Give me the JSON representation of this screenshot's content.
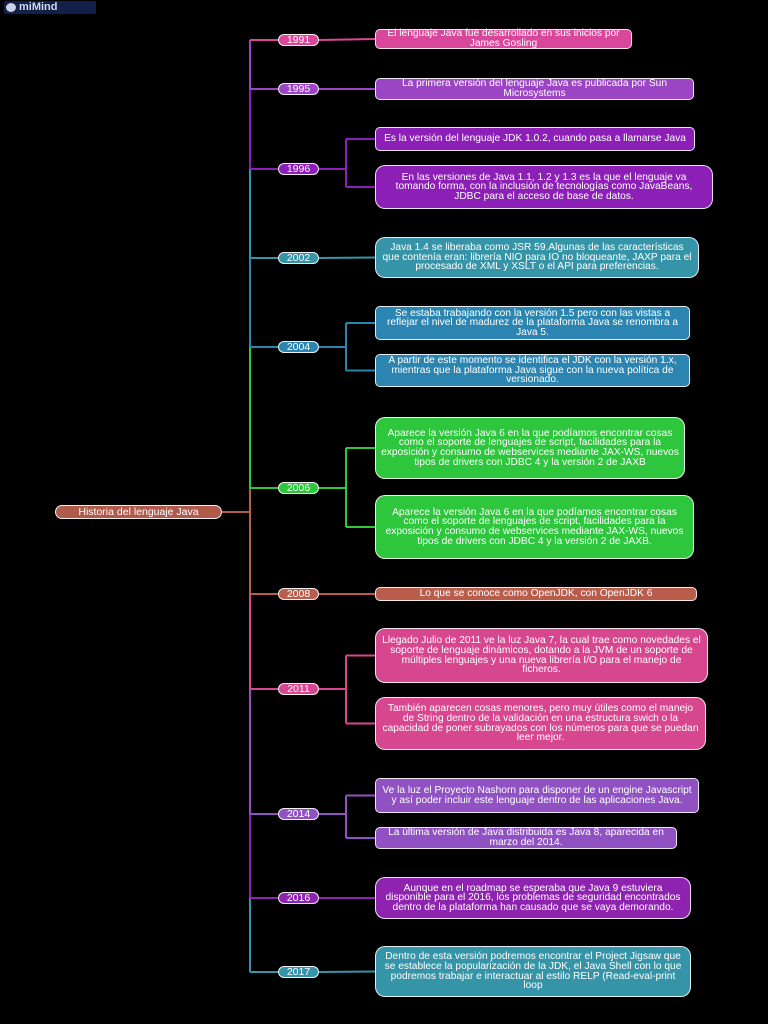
{
  "brand": {
    "name": "miMind"
  },
  "root": {
    "label": "Historia del lenguaje Java",
    "color": "#b05a4c"
  },
  "colors": {
    "magenta": "#d9479a",
    "purple": "#9b45c4",
    "violet": "#8c1fb5",
    "teal": "#3694a8",
    "blue": "#2c85b0",
    "green": "#2ec63d",
    "salmon": "#b85c4c",
    "pink": "#d6478f",
    "lavender": "#9052c2",
    "plum": "#8e23b0"
  },
  "years": [
    {
      "year": "1991",
      "color": "#d9479a",
      "notes": [
        "El lenguaje Java fue desarrollado en sus inicios por James Gosling"
      ]
    },
    {
      "year": "1995",
      "color": "#9b45c4",
      "notes": [
        "La primera versión del lenguaje Java es publicada por Sun Microsystems"
      ]
    },
    {
      "year": "1996",
      "color": "#8c1fb5",
      "notes": [
        "Es la versión del lenguaje JDK 1.0.2, cuando pasa a llamarse Java",
        "En las versiones de Java 1.1, 1.2 y 1.3 es la que el lenguaje va tomando forma, con la inclusión de tecnologías como JavaBeans, JDBC para el acceso de base de datos."
      ]
    },
    {
      "year": "2002",
      "color": "#3694a8",
      "notes": [
        "Java 1.4 se liberaba como JSR 59.Algunas de las características que contenía eran: librería NIO para IO no bloqueante, JAXP para el procesado de XML y XSLT o el API para preferencias."
      ]
    },
    {
      "year": "2004",
      "color": "#2c85b0",
      "notes": [
        "Se estaba trabajando con la versión 1.5 pero con las vistas a reflejar el nivel de madurez de la plataforma Java se renombra a Java 5.",
        "A partir de este momento se identifica el JDK con la versión 1.x, mientras que la plataforma Java sigue con la nueva política de versionado."
      ]
    },
    {
      "year": "2006",
      "color": "#2ec63d",
      "notes": [
        "Aparece la versión Java 6 en la que podíamos encontrar cosas como el soporte de lenguajes de script, facilidades para la exposición y consumo de webservices mediante JAX-WS, nuevos tipos de drivers con JDBC 4 y la versión 2 de JAXB",
        "Aparece la versión Java 6 en la que podíamos encontrar cosas como el soporte de lenguajes de script, facilidades para la exposición y consumo de webservices mediante JAX-WS, nuevos tipos de drivers con JDBC 4 y la versión 2 de JAXB."
      ]
    },
    {
      "year": "2008",
      "color": "#b85c4c",
      "notes": [
        "Lo que se conoce como OpenJDK, con OpenJDK 6"
      ]
    },
    {
      "year": "2011",
      "color": "#d6478f",
      "notes": [
        "Llegado Julio de 2011 ve la luz Java 7, la cual trae como novedades el soporte de lenguaje dinámicos, dotando a la JVM de un soporte de múltiples lenguajes y una nueva librería I/O para el manejo de ficheros.",
        "También aparecen cosas menores, pero muy útiles como el manejo de String dentro de la validación en una estructura swich o la capacidad de poner subrayados con los números para que se puedan leer mejor."
      ]
    },
    {
      "year": "2014",
      "color": "#9052c2",
      "notes": [
        "Ve la luz el Proyecto Nashorn para disponer de un engine Javascript y así poder incluir este lenguaje dentro de las aplicaciones Java.",
        "La última versión de Java distribuida es Java 8, aparecida en marzo del 2014."
      ]
    },
    {
      "year": "2016",
      "color": "#8e23b0",
      "notes": [
        "Aunque en el roadmap se esperaba que Java 9 estuviera disponible para el 2016, los problemas de seguridad encontrados dentro de la plataforma han causado que se vaya demorando."
      ]
    },
    {
      "year": "2017",
      "color": "#3694a8",
      "notes": [
        "Dentro de esta versión podremos encontrar el Project Jigsaw que se establece la popularización de la JDK, el Java Shell con lo que podremos trabajar e interactuar al estilo RELP (Read-eval-print loop"
      ]
    }
  ]
}
